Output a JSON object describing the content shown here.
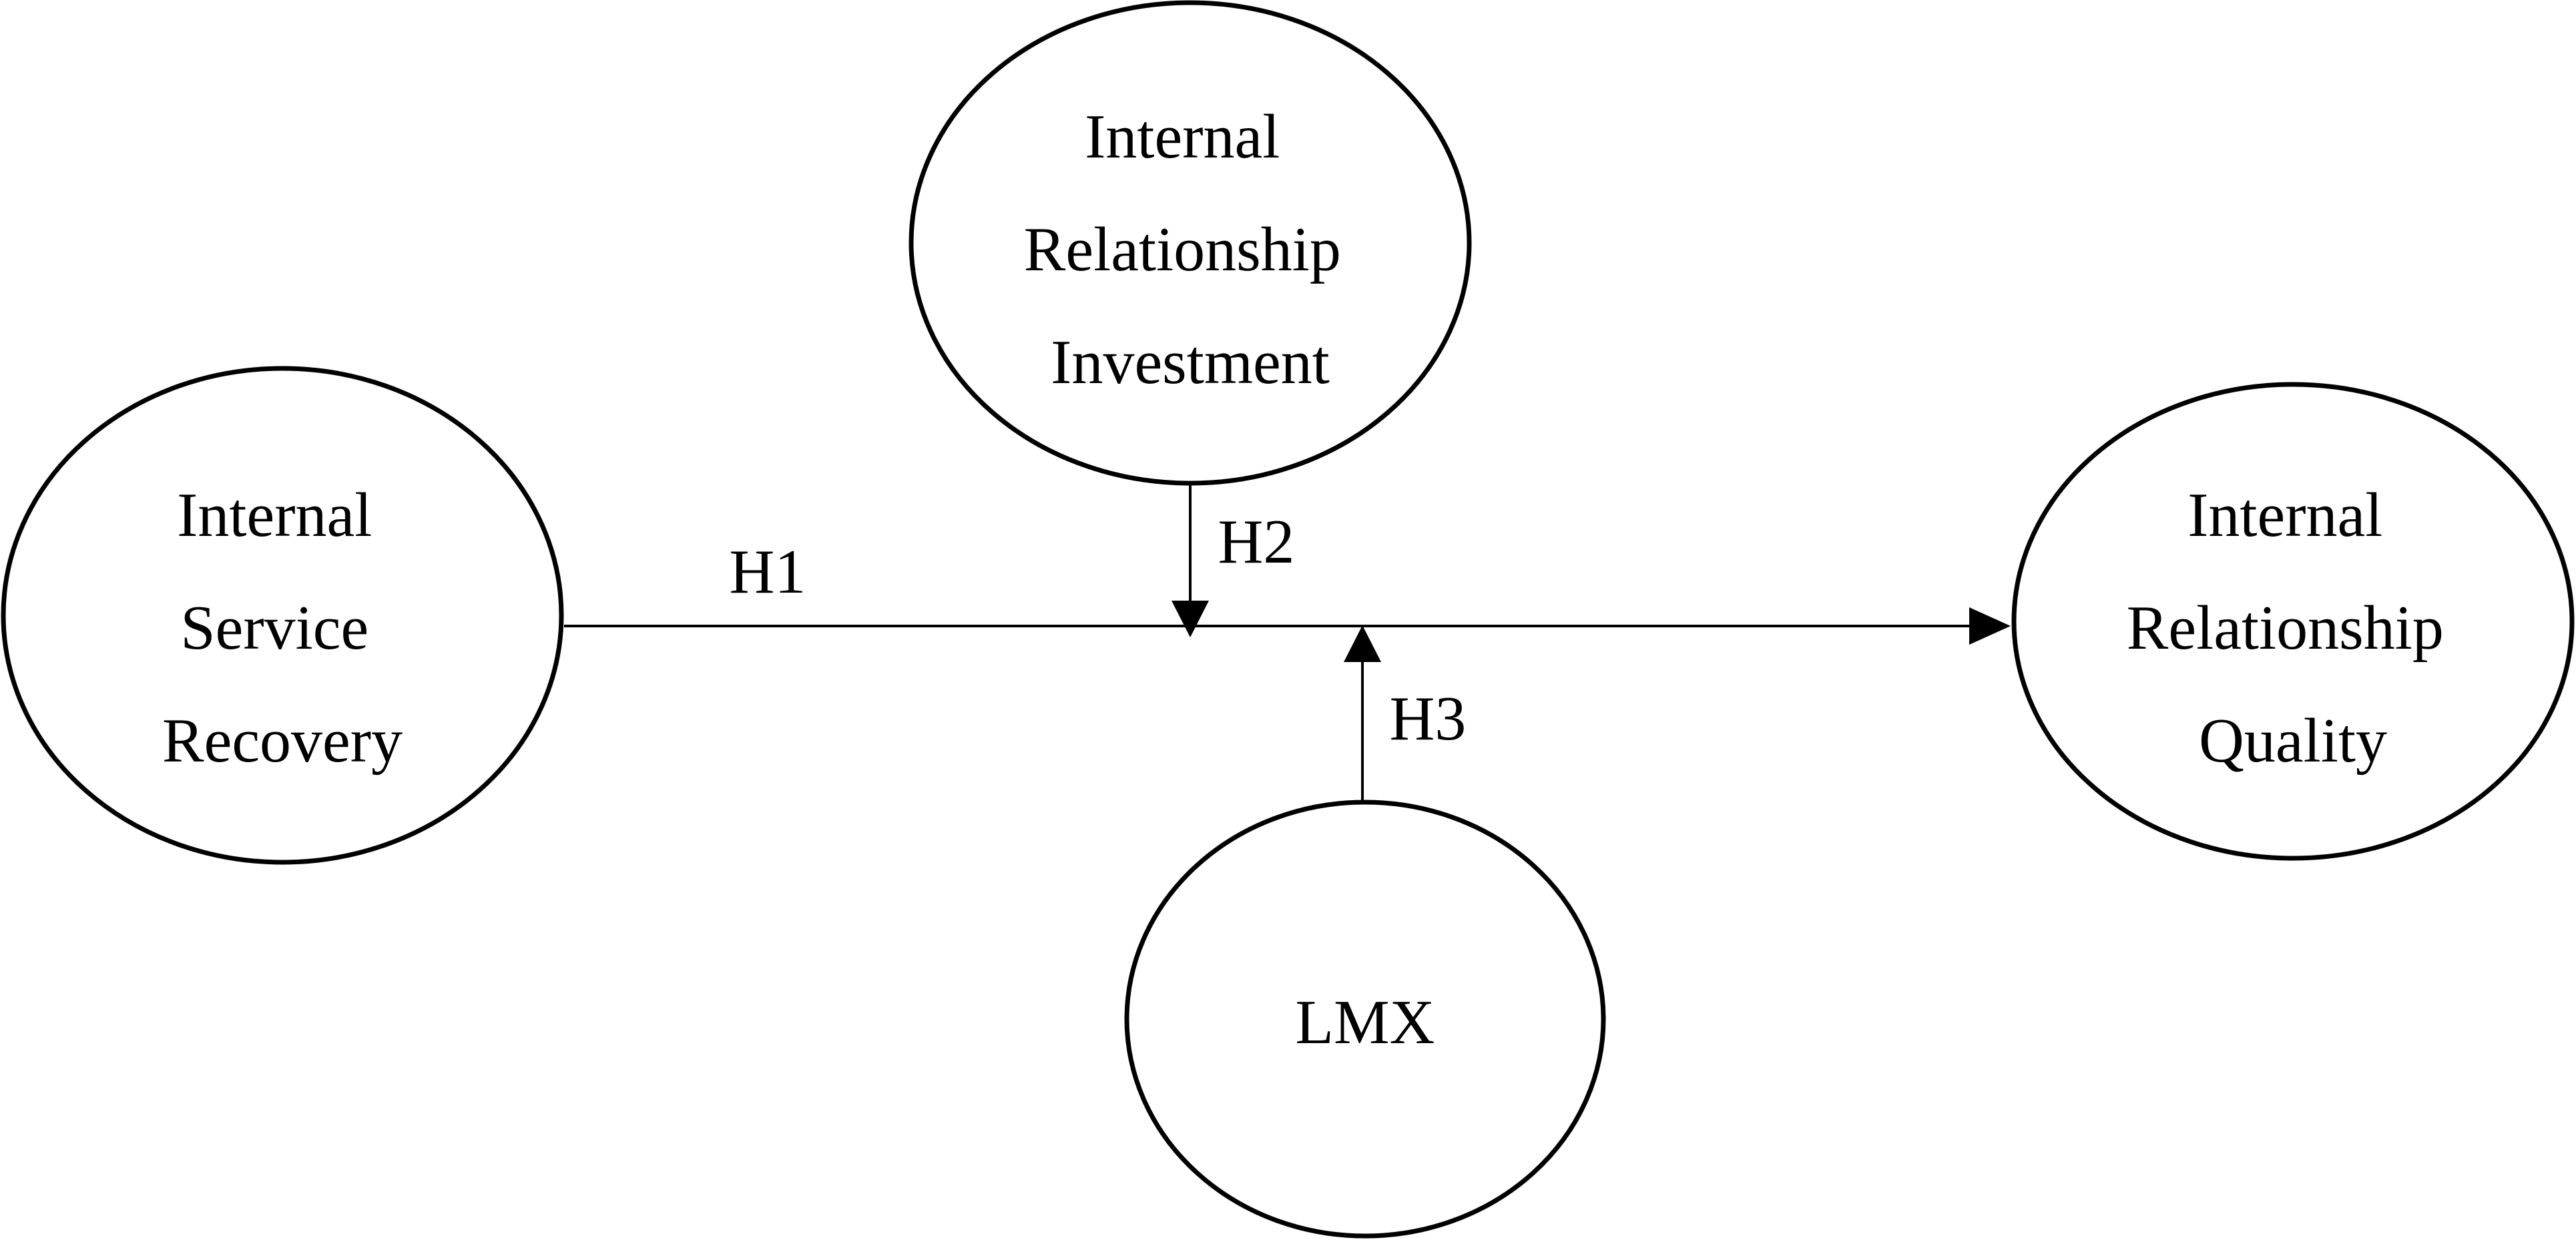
{
  "nodes": {
    "isr": {
      "label": "Internal Service Recovery",
      "lines": [
        "Internal",
        "Service",
        "Recovery"
      ]
    },
    "iri": {
      "label": "Internal Relationship Investment",
      "lines": [
        "Internal",
        "Relationship",
        "Investment"
      ]
    },
    "irq": {
      "label": "Internal Relationship Quality",
      "lines": [
        "Internal",
        "Relationship",
        "Quality"
      ]
    },
    "lmx": {
      "label": "LMX",
      "lines": [
        "LMX"
      ]
    }
  },
  "edges": {
    "h1": {
      "label": "H1",
      "from": "Internal Service Recovery",
      "to": "Internal Relationship Quality"
    },
    "h2": {
      "label": "H2",
      "from": "Internal Relationship Investment",
      "to": "H1 path"
    },
    "h3": {
      "label": "H3",
      "from": "LMX",
      "to": "H1 path"
    }
  },
  "colors": {
    "stroke": "#000000",
    "background": "#ffffff"
  }
}
